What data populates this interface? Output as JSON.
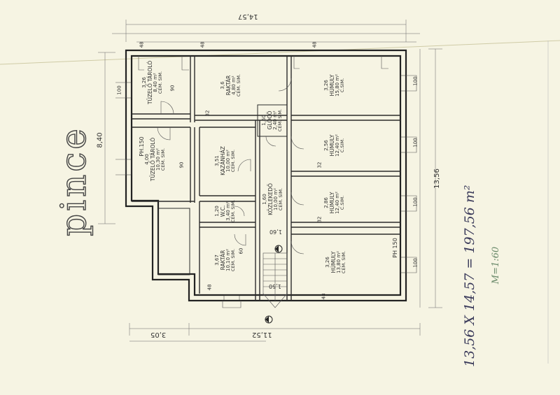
{
  "title_text": "pince",
  "handwritten_formula": "13,56 X 14,57 = 197,56 m²",
  "scale_note": "M=1:60",
  "dims": {
    "top_total": "14,57",
    "left_total": "8,40",
    "right_total": "13,56",
    "bottom_total": "11,52",
    "bottom_left": "3,05",
    "bottom_mid": "1,50",
    "stair_w": "1,60"
  },
  "rooms": [
    {
      "id": "tuzelo-tarolo-1",
      "name": "TÜZELŐ TÁROLÓ",
      "area": "8,40 m²",
      "floor": "CEM. SIM.",
      "dim": "3,26"
    },
    {
      "id": "raktar-1",
      "name": "RAKTÁR",
      "area": "4,80 m²",
      "floor": "CEM. SIM.",
      "dim": "3,6"
    },
    {
      "id": "gloco",
      "name": "GLÖCÖ",
      "area": "2,40 m²",
      "floor": "CEM. SIM.",
      "dim": "1,50"
    },
    {
      "id": "humuly-1",
      "name": "HÚMULY",
      "area": "15,80 m²",
      "floor": "C.SIM.",
      "dim": "3,26"
    },
    {
      "id": "tuzelo-tarolo-2",
      "name": "TÜZELŐ TÁROLÓ",
      "area": "10,30 m²",
      "floor": "CEM. SIM.",
      "dim": "4,00"
    },
    {
      "id": "kazanhaz",
      "name": "KAZÁNHÁZ",
      "area": "10,00 m²",
      "floor": "CEM. SIM.",
      "dim": "3,51"
    },
    {
      "id": "humuly-2",
      "name": "HÚMULY",
      "area": "12,40 m²",
      "floor": "C.SIM.",
      "dim": "2,56"
    },
    {
      "id": "wc",
      "name": "W.C.",
      "area": "3,40 m²",
      "floor": "CEM. SIM.",
      "dim": "1,20"
    },
    {
      "id": "kozlekedo",
      "name": "KÖZLEKEDŐ",
      "area": "10,00 m²",
      "floor": "CEM. SIM.",
      "dim": "1,60"
    },
    {
      "id": "humuly-3",
      "name": "HÚMULY",
      "area": "12,40 m²",
      "floor": "C.SIM.",
      "dim": "2,86"
    },
    {
      "id": "raktar-2",
      "name": "RAKTÁR",
      "area": "10,10 m²",
      "floor": "CEM. SIM.",
      "dim": "3,67"
    },
    {
      "id": "humuly-4",
      "name": "HÚMULY",
      "area": "13,80 m²",
      "floor": "CEM. SIM.",
      "dim": "3,26"
    }
  ],
  "small_marks": {
    "ph150": "PH.150",
    "ph150b": "PH 150",
    "wall48": "48",
    "wall32": "32",
    "win": "60",
    "win2": "100",
    "lvl": "90"
  }
}
